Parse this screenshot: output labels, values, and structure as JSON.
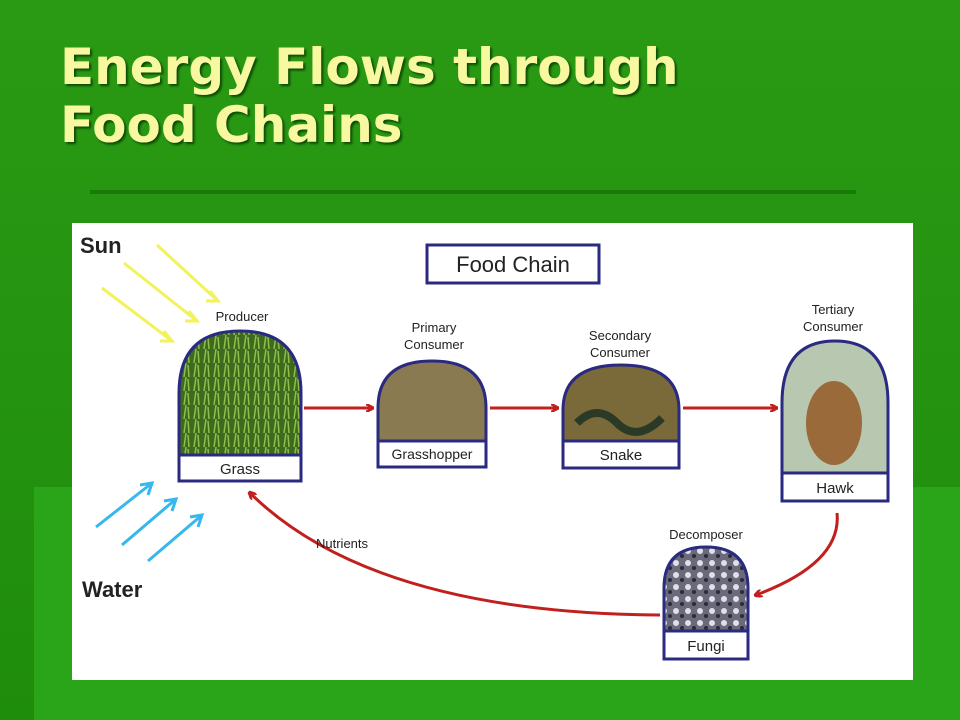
{
  "slide": {
    "title_line1": "Energy Flows through",
    "title_line2": "Food Chains"
  },
  "diagram": {
    "heading": "Food Chain",
    "sun_label": "Sun",
    "water_label": "Water",
    "nutrients_label": "Nutrients",
    "nodes": {
      "grass": {
        "role": "Producer",
        "name": "Grass"
      },
      "grasshopper": {
        "role_1": "Primary",
        "role_2": "Consumer",
        "name": "Grasshopper"
      },
      "snake": {
        "role_1": "Secondary",
        "role_2": "Consumer",
        "name": "Snake"
      },
      "hawk": {
        "role_1": "Tertiary",
        "role_2": "Consumer",
        "name": "Hawk"
      },
      "fungi": {
        "role": "Decomposer",
        "name": "Fungi"
      }
    },
    "colors": {
      "arrow": "#c0201e",
      "frame": "#2a2a80",
      "sun_rays": "#f2f25a",
      "water_rays": "#36b8ee"
    }
  }
}
